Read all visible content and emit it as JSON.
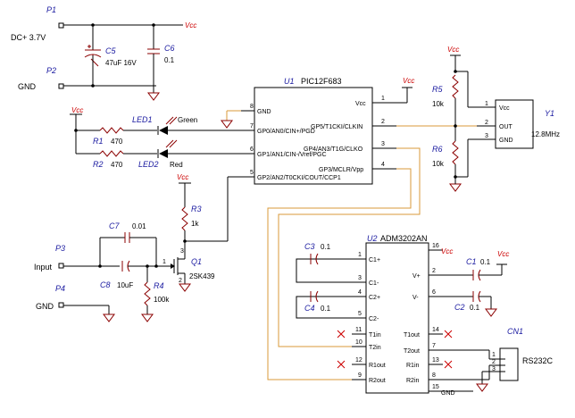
{
  "ports": {
    "p1": {
      "ref": "P1",
      "label": "DC+ 3.7V"
    },
    "p2": {
      "ref": "P2",
      "label": "GND"
    },
    "p3": {
      "ref": "P3",
      "label": "Input"
    },
    "p4": {
      "ref": "P4",
      "label": "GND"
    }
  },
  "power": {
    "vcc": "Vcc"
  },
  "caps": {
    "c5": {
      "ref": "C5",
      "value": "47uF 16V"
    },
    "c6": {
      "ref": "C6",
      "value": "0.1"
    },
    "c7": {
      "ref": "C7",
      "value": "0.01"
    },
    "c8": {
      "ref": "C8",
      "value": "10uF"
    },
    "c3": {
      "ref": "C3",
      "value": "0.1"
    },
    "c4": {
      "ref": "C4",
      "value": "0.1"
    },
    "c1": {
      "ref": "C1",
      "value": "0.1"
    },
    "c2": {
      "ref": "C2",
      "value": "0.1"
    }
  },
  "resistors": {
    "r1": {
      "ref": "R1",
      "value": "470"
    },
    "r2": {
      "ref": "R2",
      "value": "470"
    },
    "r3": {
      "ref": "R3",
      "value": "1k"
    },
    "r4": {
      "ref": "R4",
      "value": "100k"
    },
    "r5": {
      "ref": "R5",
      "value": "10k"
    },
    "r6": {
      "ref": "R6",
      "value": "10k"
    }
  },
  "leds": {
    "led1": {
      "ref": "LED1",
      "color": "Green"
    },
    "led2": {
      "ref": "LED2",
      "color": "Red"
    }
  },
  "transistor": {
    "ref": "Q1",
    "part": "2SK439",
    "pins": [
      "1",
      "2",
      "3"
    ]
  },
  "u1": {
    "ref": "U1",
    "part": "PIC12F683",
    "pins": [
      {
        "num": "8",
        "name": "GND"
      },
      {
        "num": "7",
        "name": "GP0/AN0/CIN+/PGD"
      },
      {
        "num": "6",
        "name": "GP1/AN1/CIN-/Vref/PGC"
      },
      {
        "num": "5",
        "name": "GP2/AN2/T0CKI/COUT/CCP1"
      },
      {
        "num": "1",
        "name": "Vcc"
      },
      {
        "num": "2",
        "name": "GP5/T1CKI/CLKIN"
      },
      {
        "num": "3",
        "name": "GP4/AN3/T1G/CLKO"
      },
      {
        "num": "4",
        "name": "GP3/MCLR/Vpp"
      }
    ]
  },
  "y1": {
    "ref": "Y1",
    "freq": "12.8MHz",
    "pins": [
      {
        "num": "1",
        "name": "Vcc"
      },
      {
        "num": "2",
        "name": "OUT"
      },
      {
        "num": "3",
        "name": "GND"
      }
    ]
  },
  "u2": {
    "ref": "U2",
    "part": "ADM3202AN",
    "left_pins": [
      {
        "num": "1",
        "name": "C1+"
      },
      {
        "num": "3",
        "name": "C1-"
      },
      {
        "num": "4",
        "name": "C2+"
      },
      {
        "num": "5",
        "name": "C2-"
      },
      {
        "num": "11",
        "name": "T1in"
      },
      {
        "num": "10",
        "name": "T2in"
      },
      {
        "num": "12",
        "name": "R1out"
      },
      {
        "num": "9",
        "name": "R2out"
      }
    ],
    "right_pins": [
      {
        "num": "16",
        "name": "Vcc"
      },
      {
        "num": "2",
        "name": "V+"
      },
      {
        "num": "6",
        "name": "V-"
      },
      {
        "num": "14",
        "name": "T1out"
      },
      {
        "num": "7",
        "name": "T2out"
      },
      {
        "num": "13",
        "name": "R1in"
      },
      {
        "num": "8",
        "name": "R2in"
      },
      {
        "num": "15",
        "name": "GND"
      }
    ]
  },
  "cn1": {
    "ref": "CN1",
    "part": "RS232C",
    "pins": [
      "1",
      "2",
      "3"
    ]
  },
  "colors": {
    "wire": "#000000",
    "ref_text": "#1a1aa0",
    "power": "#cc0000",
    "ground": "#8b0000",
    "net": "#d89a3a"
  }
}
